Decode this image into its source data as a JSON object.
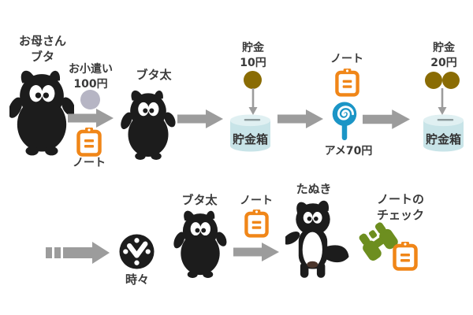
{
  "colors": {
    "accent_orange": "#f08618",
    "accent_blue": "#1b95c6",
    "accent_green": "#6d8e1f",
    "bank_fill": "#c8e4e8",
    "bank_top": "#e0f0f2",
    "coin_gold": "#8a6c04",
    "coin_gray": "#b6b5c4",
    "arrow_gray": "#9c9c9c",
    "character_black": "#1c1c1c",
    "text": "#3a3a3a",
    "tanuki_patch": "#4a342a"
  },
  "icons": {
    "note": "clipboard-icon",
    "time": "clock-icon",
    "candy": "lollipop-icon",
    "check": "binoculars-icon",
    "flow": "arrow-right-icon",
    "deposit": "arrow-down-icon"
  },
  "top": {
    "mother_line1": "お母さん",
    "mother_line2": "ブタ",
    "allowance_line1": "お小遣い",
    "allowance_line2": "100円",
    "butata": "ブタ太",
    "note1": "ノート",
    "deposit10_line1": "貯金",
    "deposit10_line2": "10円",
    "bank1": "貯金箱",
    "note2": "ノート",
    "candy": "アメ70円",
    "deposit20_line1": "貯金",
    "deposit20_line2": "20円",
    "bank2": "貯金箱"
  },
  "bottom": {
    "sometimes": "時々",
    "butata": "ブタ太",
    "note": "ノート",
    "tanuki": "たぬき",
    "check_line1": "ノートの",
    "check_line2": "チェック"
  }
}
